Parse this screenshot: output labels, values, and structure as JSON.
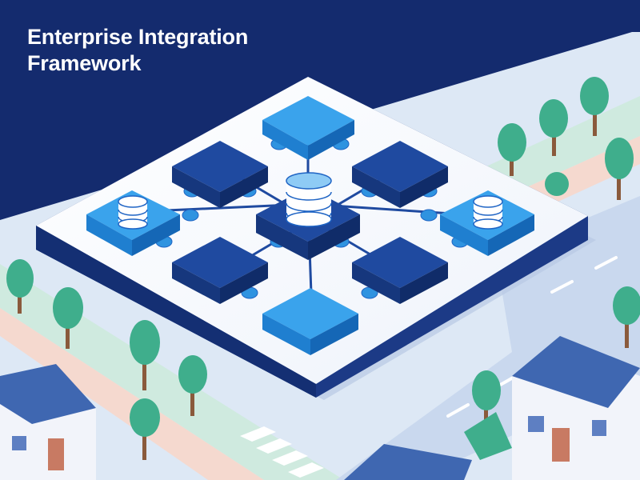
{
  "header": {
    "title_line_1": "Enterprise Integration",
    "title_line_2": "Framework"
  },
  "colors": {
    "background": "#142b6e",
    "ground": "#dde8f5",
    "road": "#c9d8ee",
    "sidewalk": "#f5d9cf",
    "grass": "#cfeadf",
    "platform_top": "#ffffff",
    "platform_edge": "#1c3a86",
    "dark_node": "#1f4aa0",
    "light_node": "#2f93e0",
    "connector": "#2f93e0",
    "database": "#ffffff",
    "tree_canopy": "#3fae8c",
    "tree_trunk": "#8a5a3c",
    "house_roof": "#3f67b1",
    "house_wall": "#f2f4fa"
  },
  "scene": {
    "node_count": 8,
    "database_count": 3,
    "connector_count": 16
  }
}
